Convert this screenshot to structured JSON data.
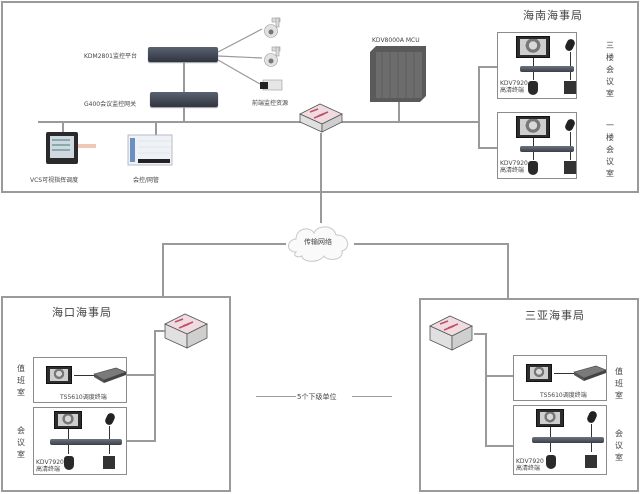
{
  "hq": {
    "title": "海南海事局",
    "devices": {
      "monitor_platform": "KDM2801监控平台",
      "gateway": "G400会议监控网关",
      "front_monitor": "前端监控资源",
      "mcu": "KDV8000A MCU",
      "vcs": "VCS可视指挥调度",
      "conference_control": "会控/网管"
    },
    "rooms": [
      {
        "label": "三楼会议室",
        "terminal": "KDV7920\n高清终端"
      },
      {
        "label": "一楼会议室",
        "terminal": "KDV7920\n高清终端"
      }
    ]
  },
  "network": {
    "label": "传输网络"
  },
  "haikou": {
    "title": "海口海事局",
    "rooms": [
      {
        "label": "值班室",
        "terminal": "TS5610调度终端"
      },
      {
        "label": "会议室",
        "terminal": "KDV7920\n高清终端"
      }
    ]
  },
  "sanya": {
    "title": "三亚海事局",
    "rooms": [
      {
        "label": "值班室",
        "terminal": "TS5610调度终端"
      },
      {
        "label": "会议室",
        "terminal": "KDV7920\n高清终端"
      }
    ]
  },
  "subunits": {
    "label": "5个下级单位"
  },
  "colors": {
    "line": "#9a9a9a",
    "switch_accent": "#c0506a",
    "device_dark": "#3a3f4a"
  }
}
